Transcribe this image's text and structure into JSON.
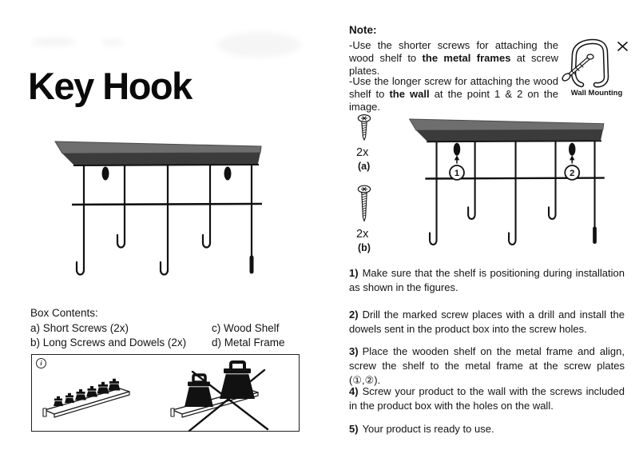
{
  "title": "Key Hook",
  "note": {
    "heading": "Note:",
    "line1": {
      "pre": "-Use the shorter screws for attaching the wood shelf to ",
      "bold": "the metal frames",
      "post": " at screw plates."
    },
    "line2": {
      "pre": "-Use the longer screw for attaching the wood shelf to ",
      "bold": "the wall",
      "post": " at the point 1 & 2 on the image."
    }
  },
  "wall_mounting": {
    "label": "Wall Mounting"
  },
  "hardware": {
    "screw_a": {
      "qty": "2x",
      "label": "(a)"
    },
    "screw_b": {
      "qty": "2x",
      "label": "(b)"
    }
  },
  "callouts": {
    "point1": "1",
    "point2": "2"
  },
  "box_contents": {
    "heading": "Box Contents:",
    "items_left": [
      "a) Short Screws (2x)",
      "b) Long Screws and Dowels (2x)"
    ],
    "items_right": [
      "c) Wood Shelf",
      "d) Metal Frame"
    ]
  },
  "usage_box": {
    "info_icon_glyph": "i"
  },
  "steps": [
    {
      "num": "1)",
      "text": "Make sure that the shelf is positioning during installation as shown in the figures."
    },
    {
      "num": "2)",
      "text": "Drill the marked screw places with a drill and install the dowels sent in the product box into the screw holes."
    },
    {
      "num": "3)",
      "text": "Place the wooden shelf on the metal frame and align, screw the shelf to the metal frame at the screw plates (①,②)."
    },
    {
      "num": "4)",
      "text": "Screw your product to the wall with the screws included in the product box with the holes on the wall."
    },
    {
      "num": "5)",
      "text": "Your product is ready to use."
    }
  ],
  "colors": {
    "shelf_top": "#6e6e6e",
    "shelf_front": "#3b3b3b",
    "ink": "#111111"
  }
}
